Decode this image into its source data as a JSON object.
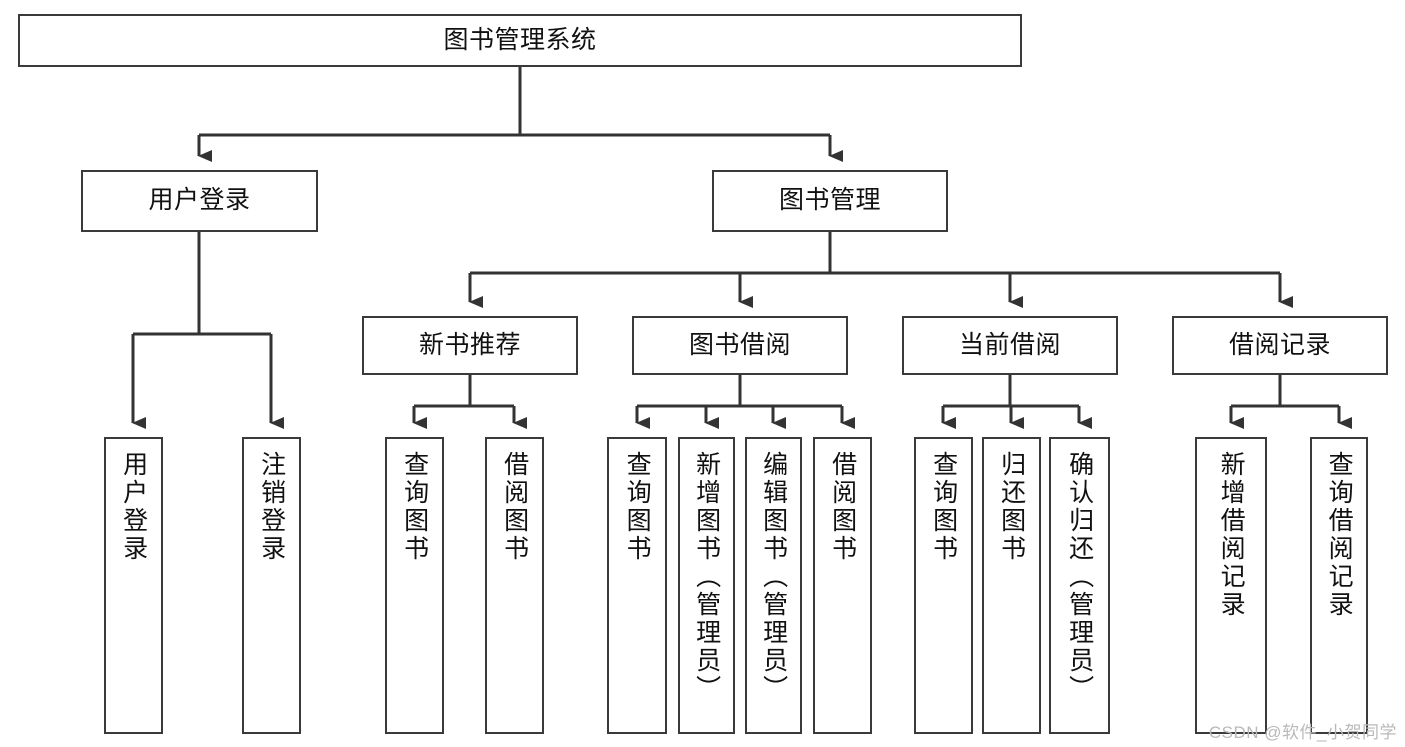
{
  "diagram": {
    "type": "tree",
    "title": "图书管理系统",
    "orientation": "top-down",
    "colors": {
      "box_border": "#3a3a3a",
      "box_fill": "#ffffff",
      "connector": "#333333",
      "text": "#111111",
      "watermark": "#b9b9b9",
      "background": "#ffffff"
    }
  },
  "root": {
    "label": "图书管理系统"
  },
  "level2": [
    {
      "label": "用户登录"
    },
    {
      "label": "图书管理"
    }
  ],
  "level3": [
    {
      "label": "新书推荐"
    },
    {
      "label": "图书借阅"
    },
    {
      "label": "当前借阅"
    },
    {
      "label": "借阅记录"
    }
  ],
  "leaves": {
    "user_login": [
      {
        "label": "用户登录"
      },
      {
        "label": "注销登录"
      }
    ],
    "new_book_recommend": [
      {
        "label": "查询图书"
      },
      {
        "label": "借阅图书"
      }
    ],
    "book_borrow": [
      {
        "label": "查询图书"
      },
      {
        "label": "新增图书（管理员）"
      },
      {
        "label": "编辑图书（管理员）"
      },
      {
        "label": "借阅图书"
      }
    ],
    "current_borrow": [
      {
        "label": "查询图书"
      },
      {
        "label": "归还图书"
      },
      {
        "label": "确认归还（管理员）"
      }
    ],
    "borrow_record": [
      {
        "label": "新增借阅记录"
      },
      {
        "label": "查询借阅记录"
      }
    ]
  },
  "watermark": {
    "text": "CSDN @软件_小贺同学"
  }
}
